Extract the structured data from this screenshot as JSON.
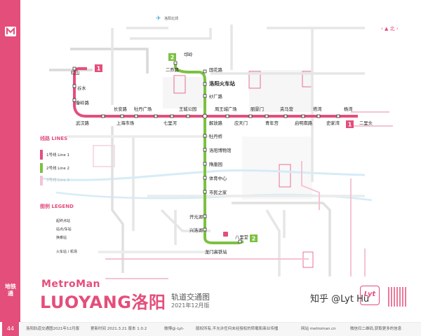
{
  "brand": {
    "small": "MetroMan",
    "big": "LUOYANG洛阳"
  },
  "title": {
    "cn": "轨道交通图",
    "date": "2021年12月版"
  },
  "sidebar_label": "地铁通",
  "page_number": "44",
  "watermark": "知乎 @Lyt Hu",
  "logo_badge": "Lyt",
  "compass": "北",
  "footer": {
    "left": "洛阳轨道交通图2021年12月版",
    "update": "更新时间 2021.3.21  版本 1.0.2",
    "wechat": "微博@-Lyt-",
    "notice": "版权所有,不允许任何未经授权的转载和商业传播",
    "site": "网站 metroman.cn",
    "right": "微信扫二维码,获取更多的信息"
  },
  "legend": {
    "lines_title": "线路 LINES",
    "line1": "1号线 Line 1",
    "line2": "2号线 Line 2",
    "line3": "3号线 Line 3",
    "symbols_title": "图例 LEGEND",
    "terminal": "起终点站",
    "station": "站点/车站",
    "interchange": "换乘站",
    "transfer": "火车站 / 机场"
  },
  "colors": {
    "line1": "#e44e7b",
    "line2": "#7cc142",
    "future": "#f3c4d4",
    "background_line": "#d3d3d3",
    "accent_blue": "#4aa9d8"
  },
  "airport": "洛阳北郊",
  "lines": [
    {
      "id": "1",
      "label": "1",
      "color": "#e44e7b"
    },
    {
      "id": "2",
      "label": "2",
      "color": "#7cc142"
    }
  ],
  "stations": [
    {
      "id": "hongshan",
      "name": "红山"
    },
    {
      "id": "gushui",
      "name": "谷水"
    },
    {
      "id": "qinlingnan",
      "name": "秦岭路"
    },
    {
      "id": "wuhan",
      "name": "武汉路"
    },
    {
      "id": "changanlu",
      "name": "长安路"
    },
    {
      "id": "shanghaishichang",
      "name": "上海市场"
    },
    {
      "id": "mudanguangchang",
      "name": "牡丹广场"
    },
    {
      "id": "qilihe",
      "name": "七里河"
    },
    {
      "id": "wangchenggongyuan",
      "name": "王城公园"
    },
    {
      "id": "zhouwangcheng",
      "name": "周王城广场"
    },
    {
      "id": "lijingmen",
      "name": "丽景门"
    },
    {
      "id": "jiumalu",
      "name": "夹马营"
    },
    {
      "id": "tawan",
      "name": "塔湾"
    },
    {
      "id": "yangwan",
      "name": "杨湾"
    },
    {
      "id": "jiefanglu",
      "name": "解放路"
    },
    {
      "id": "yingtianmen",
      "name": "应天门"
    },
    {
      "id": "qingniangong",
      "name": "青年宫"
    },
    {
      "id": "qimingnanlu",
      "name": "启明南路"
    },
    {
      "id": "shijiawan",
      "name": "史家湾"
    },
    {
      "id": "erlitou",
      "name": "二里头"
    },
    {
      "id": "mangling",
      "name": "邙岭"
    },
    {
      "id": "erqilu",
      "name": "二乔路"
    },
    {
      "id": "guohualu",
      "name": "国花路"
    },
    {
      "id": "luoyangstation",
      "name": "洛阳火车站"
    },
    {
      "id": "shachanglu",
      "name": "纱厂路"
    },
    {
      "id": "mudanqiao",
      "name": "牡丹桥"
    },
    {
      "id": "luoyangmuseum",
      "name": "洛阳博物馆"
    },
    {
      "id": "suitangyuan",
      "name": "隋唐园"
    },
    {
      "id": "tiyuzhongxin",
      "name": "体育中心"
    },
    {
      "id": "shiminzhijia",
      "name": "市民之家"
    },
    {
      "id": "kaiyuanhu",
      "name": "开元湖"
    },
    {
      "id": "xingluohu",
      "name": "兴洛湖"
    },
    {
      "id": "balitang",
      "name": "八里堂"
    },
    {
      "id": "longmenstation",
      "name": "龙门高铁站"
    }
  ]
}
